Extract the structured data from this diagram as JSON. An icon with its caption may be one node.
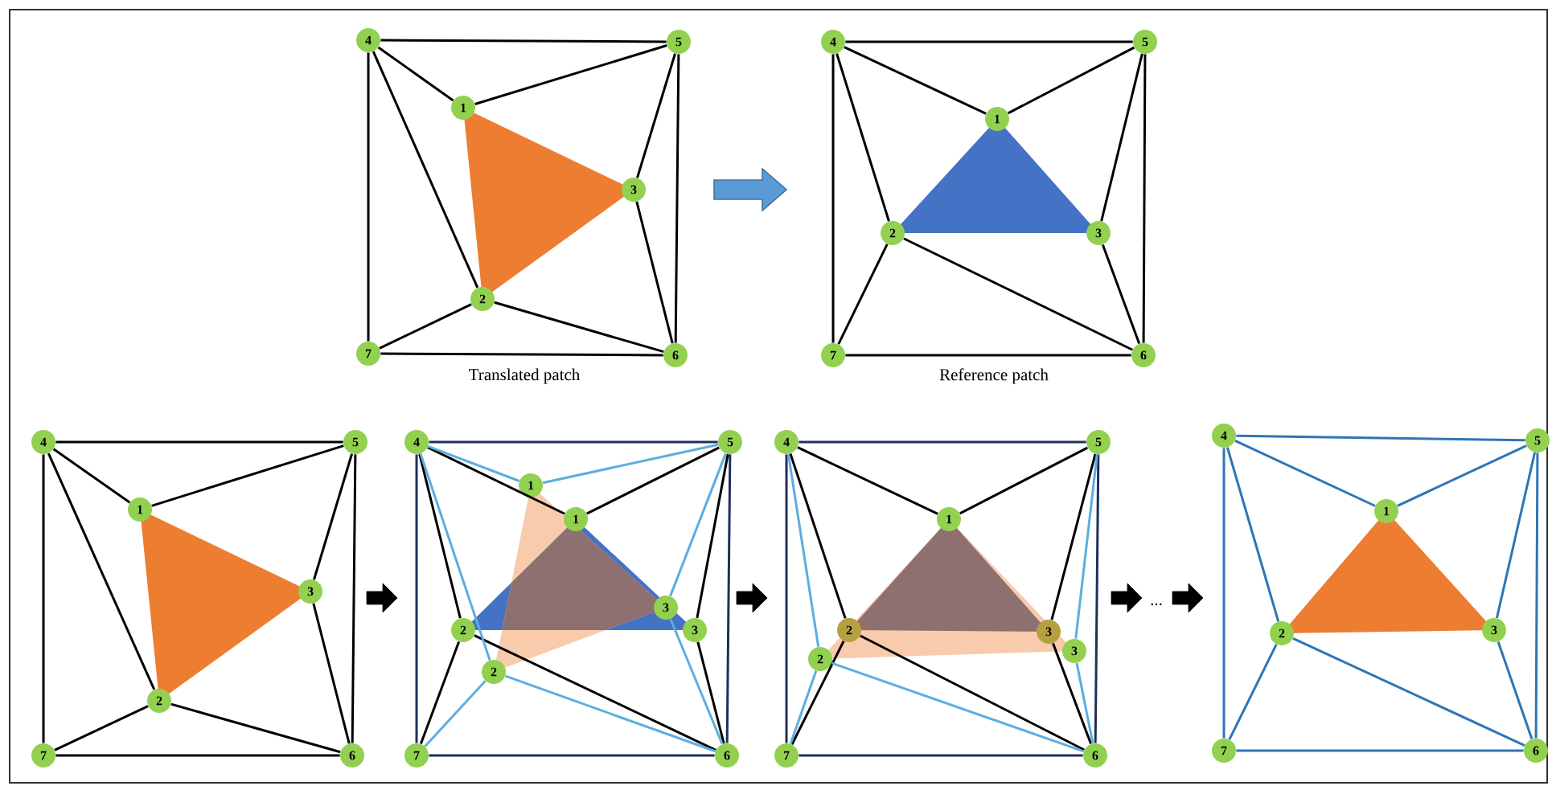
{
  "diagram": {
    "nodes": [
      {
        "text": [
          "1"
        ]
      },
      {
        "text": [
          "2"
        ]
      },
      {
        "text": [
          "3"
        ]
      },
      {
        "text": [
          "4"
        ]
      },
      {
        "text": [
          "5"
        ]
      },
      {
        "text": [
          "6"
        ]
      },
      {
        "text": [
          "7"
        ]
      },
      {
        "text": [
          "1"
        ]
      },
      {
        "text": [
          "2"
        ]
      },
      {
        "text": [
          "3"
        ]
      },
      {
        "text": [
          "4"
        ]
      },
      {
        "text": [
          "5"
        ]
      },
      {
        "text": [
          "6"
        ]
      },
      {
        "text": [
          "7"
        ]
      },
      {
        "text": [
          "1"
        ]
      },
      {
        "text": [
          "2"
        ]
      },
      {
        "text": [
          "3"
        ]
      },
      {
        "text": [
          "4"
        ]
      },
      {
        "text": [
          "5"
        ]
      },
      {
        "text": [
          "6"
        ]
      },
      {
        "text": [
          "7"
        ]
      },
      {
        "text": [
          "1"
        ]
      },
      {
        "text": [
          "1"
        ]
      },
      {
        "text": [
          "2"
        ]
      },
      {
        "text": [
          "2"
        ]
      },
      {
        "text": [
          "3"
        ]
      },
      {
        "text": [
          "3"
        ]
      },
      {
        "text": [
          "4"
        ]
      },
      {
        "text": [
          "5"
        ]
      },
      {
        "text": [
          "6"
        ]
      },
      {
        "text": [
          "7"
        ]
      },
      {
        "text": [
          "1"
        ]
      },
      {
        "text": [
          "2"
        ]
      },
      {
        "text": [
          "2"
        ]
      },
      {
        "text": [
          "3"
        ]
      },
      {
        "text": [
          "3"
        ]
      },
      {
        "text": [
          "4"
        ]
      },
      {
        "text": [
          "5"
        ]
      },
      {
        "text": [
          "6"
        ]
      },
      {
        "text": [
          "7"
        ]
      },
      {
        "text": [
          "1"
        ]
      },
      {
        "text": [
          "2"
        ]
      },
      {
        "text": [
          "3"
        ]
      },
      {
        "text": [
          "4"
        ]
      },
      {
        "text": [
          "5"
        ]
      },
      {
        "text": [
          "6"
        ]
      },
      {
        "text": [
          "7"
        ]
      },
      {
        "text": [],
        "shape": "arrow"
      },
      {
        "text": [],
        "shape": "arrow"
      },
      {
        "text": [],
        "shape": "arrow"
      },
      {
        "text": [],
        "shape": "arrow"
      },
      {
        "text": [],
        "shape": "arrow"
      }
    ],
    "edges": [
      {
        "from": 3,
        "to": 4,
        "arrow": "none"
      },
      {
        "from": 4,
        "to": 5,
        "arrow": "none"
      },
      {
        "from": 5,
        "to": 6,
        "arrow": "none"
      },
      {
        "from": 6,
        "to": 3,
        "arrow": "none"
      },
      {
        "from": 3,
        "to": 0,
        "arrow": "none"
      },
      {
        "from": 0,
        "to": 4,
        "arrow": "none"
      },
      {
        "from": 3,
        "to": 1,
        "arrow": "none"
      },
      {
        "from": 1,
        "to": 6,
        "arrow": "none"
      },
      {
        "from": 1,
        "to": 5,
        "arrow": "none"
      },
      {
        "from": 4,
        "to": 2,
        "arrow": "none"
      },
      {
        "from": 2,
        "to": 5,
        "arrow": "none"
      },
      {
        "from": 10,
        "to": 11,
        "arrow": "none"
      },
      {
        "from": 11,
        "to": 12,
        "arrow": "none"
      },
      {
        "from": 12,
        "to": 13,
        "arrow": "none"
      },
      {
        "from": 13,
        "to": 10,
        "arrow": "none"
      },
      {
        "from": 10,
        "to": 7,
        "arrow": "none"
      },
      {
        "from": 7,
        "to": 11,
        "arrow": "none"
      },
      {
        "from": 10,
        "to": 8,
        "arrow": "none"
      },
      {
        "from": 8,
        "to": 13,
        "arrow": "none"
      },
      {
        "from": 8,
        "to": 12,
        "arrow": "none"
      },
      {
        "from": 11,
        "to": 9,
        "arrow": "none"
      },
      {
        "from": 9,
        "to": 12,
        "arrow": "none"
      },
      {
        "from": 17,
        "to": 18,
        "arrow": "none"
      },
      {
        "from": 18,
        "to": 19,
        "arrow": "none"
      },
      {
        "from": 19,
        "to": 20,
        "arrow": "none"
      },
      {
        "from": 20,
        "to": 17,
        "arrow": "none"
      },
      {
        "from": 17,
        "to": 14,
        "arrow": "none"
      },
      {
        "from": 14,
        "to": 18,
        "arrow": "none"
      },
      {
        "from": 17,
        "to": 15,
        "arrow": "none"
      },
      {
        "from": 15,
        "to": 20,
        "arrow": "none"
      },
      {
        "from": 15,
        "to": 19,
        "arrow": "none"
      },
      {
        "from": 18,
        "to": 16,
        "arrow": "none"
      },
      {
        "from": 16,
        "to": 19,
        "arrow": "none"
      },
      {
        "from": 27,
        "to": 28,
        "arrow": "none",
        "color": "#1f2f5c"
      },
      {
        "from": 28,
        "to": 29,
        "arrow": "none",
        "color": "#1f2f5c"
      },
      {
        "from": 29,
        "to": 30,
        "arrow": "none",
        "color": "#1f2f5c"
      },
      {
        "from": 30,
        "to": 27,
        "arrow": "none",
        "color": "#1f2f5c"
      },
      {
        "from": 27,
        "to": 22,
        "arrow": "none"
      },
      {
        "from": 22,
        "to": 28,
        "arrow": "none"
      },
      {
        "from": 27,
        "to": 23,
        "arrow": "none"
      },
      {
        "from": 23,
        "to": 30,
        "arrow": "none"
      },
      {
        "from": 23,
        "to": 29,
        "arrow": "none"
      },
      {
        "from": 28,
        "to": 26,
        "arrow": "none"
      },
      {
        "from": 26,
        "to": 29,
        "arrow": "none"
      },
      {
        "from": 27,
        "to": 21,
        "arrow": "none",
        "color": "#5baee0"
      },
      {
        "from": 21,
        "to": 28,
        "arrow": "none",
        "color": "#5baee0"
      },
      {
        "from": 27,
        "to": 24,
        "arrow": "none",
        "color": "#5baee0"
      },
      {
        "from": 24,
        "to": 30,
        "arrow": "none",
        "color": "#5baee0"
      },
      {
        "from": 24,
        "to": 29,
        "arrow": "none",
        "color": "#5baee0"
      },
      {
        "from": 28,
        "to": 25,
        "arrow": "none",
        "color": "#5baee0"
      },
      {
        "from": 25,
        "to": 29,
        "arrow": "none",
        "color": "#5baee0"
      },
      {
        "from": 36,
        "to": 37,
        "arrow": "none",
        "color": "#1f2f5c"
      },
      {
        "from": 37,
        "to": 38,
        "arrow": "none",
        "color": "#1f2f5c"
      },
      {
        "from": 38,
        "to": 39,
        "arrow": "none",
        "color": "#1f2f5c"
      },
      {
        "from": 39,
        "to": 36,
        "arrow": "none",
        "color": "#1f2f5c"
      },
      {
        "from": 36,
        "to": 31,
        "arrow": "none"
      },
      {
        "from": 31,
        "to": 37,
        "arrow": "none"
      },
      {
        "from": 36,
        "to": 32,
        "arrow": "none"
      },
      {
        "from": 32,
        "to": 39,
        "arrow": "none"
      },
      {
        "from": 32,
        "to": 38,
        "arrow": "none"
      },
      {
        "from": 37,
        "to": 34,
        "arrow": "none"
      },
      {
        "from": 34,
        "to": 38,
        "arrow": "none"
      },
      {
        "from": 36,
        "to": 33,
        "arrow": "none",
        "color": "#5baee0"
      },
      {
        "from": 33,
        "to": 39,
        "arrow": "none",
        "color": "#5baee0"
      },
      {
        "from": 33,
        "to": 38,
        "arrow": "none",
        "color": "#5baee0"
      },
      {
        "from": 37,
        "to": 35,
        "arrow": "none",
        "color": "#5baee0"
      },
      {
        "from": 35,
        "to": 38,
        "arrow": "none",
        "color": "#5baee0"
      },
      {
        "from": 43,
        "to": 44,
        "arrow": "none",
        "color": "#2e75b6"
      },
      {
        "from": 44,
        "to": 45,
        "arrow": "none",
        "color": "#2e75b6"
      },
      {
        "from": 45,
        "to": 46,
        "arrow": "none",
        "color": "#2e75b6"
      },
      {
        "from": 46,
        "to": 43,
        "arrow": "none",
        "color": "#2e75b6"
      },
      {
        "from": 43,
        "to": 40,
        "arrow": "none",
        "color": "#2e75b6"
      },
      {
        "from": 40,
        "to": 44,
        "arrow": "none",
        "color": "#2e75b6"
      },
      {
        "from": 43,
        "to": 41,
        "arrow": "none",
        "color": "#2e75b6"
      },
      {
        "from": 41,
        "to": 46,
        "arrow": "none",
        "color": "#2e75b6"
      },
      {
        "from": 41,
        "to": 45,
        "arrow": "none",
        "color": "#2e75b6"
      },
      {
        "from": 44,
        "to": 42,
        "arrow": "none",
        "color": "#2e75b6"
      },
      {
        "from": 42,
        "to": 45,
        "arrow": "none",
        "color": "#2e75b6"
      }
    ],
    "labels": [
      "Translated patch",
      "Reference patch",
      "..."
    ]
  }
}
